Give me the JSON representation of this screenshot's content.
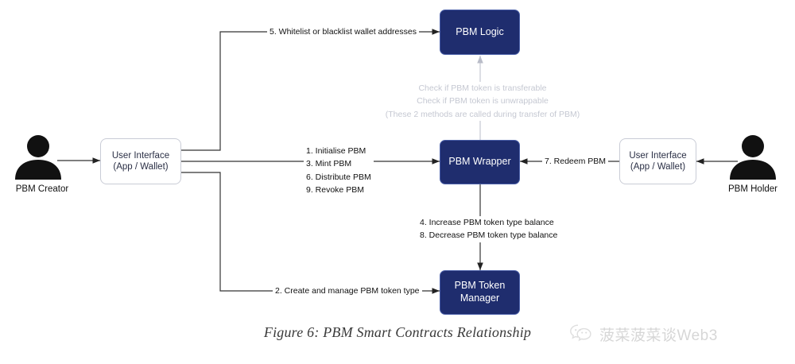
{
  "figure": {
    "caption": "Figure 6: PBM Smart Contracts Relationship"
  },
  "watermark": {
    "icon": "wechat-icon",
    "text": "菠菜菠菜谈Web3"
  },
  "colors": {
    "node_fill": "#1f2d6e",
    "node_border": "#4a5fa8",
    "node_text": "#ffffff",
    "ui_border": "#c9ccd6",
    "edge": "#333333",
    "edge_gray": "#c5c8d2",
    "caption_text": "#3a3a3a"
  },
  "actors": [
    {
      "id": "pbm-creator",
      "label": "PBM Creator"
    },
    {
      "id": "pbm-holder",
      "label": "PBM Holder"
    }
  ],
  "nodes": {
    "ui_left": {
      "line1": "User Interface",
      "line2": "(App / Wallet)"
    },
    "ui_right": {
      "line1": "User Interface",
      "line2": "(App / Wallet)"
    },
    "pbm_logic": {
      "label": "PBM Logic"
    },
    "pbm_wrapper": {
      "label": "PBM Wrapper"
    },
    "pbm_token_manager": {
      "label": "PBM Token Manager"
    }
  },
  "edge_labels": {
    "whitelist": "5. Whitelist or blacklist wallet addresses",
    "wrapper_ops": [
      "1. Initialise PBM",
      "3. Mint PBM",
      "6. Distribute PBM",
      "9. Revoke PBM"
    ],
    "create_manage": "2. Create and manage PBM token type",
    "redeem": "7. Redeem PBM",
    "logic_checks": [
      "Check if PBM token is transferable",
      "Check if PBM token is unwrappable",
      "(These 2 methods are called during transfer of PBM)"
    ],
    "balance_ops": [
      "4. Increase PBM token type balance",
      "8. Decrease PBM token type balance"
    ]
  }
}
